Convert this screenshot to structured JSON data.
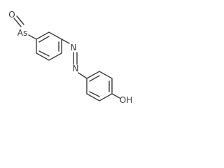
{
  "molecule": {
    "atom_labels": {
      "oxygen_top": "O",
      "arsenic": "As",
      "nitrogen_upper": "N",
      "nitrogen_lower": "N",
      "hydroxyl": "OH"
    }
  }
}
